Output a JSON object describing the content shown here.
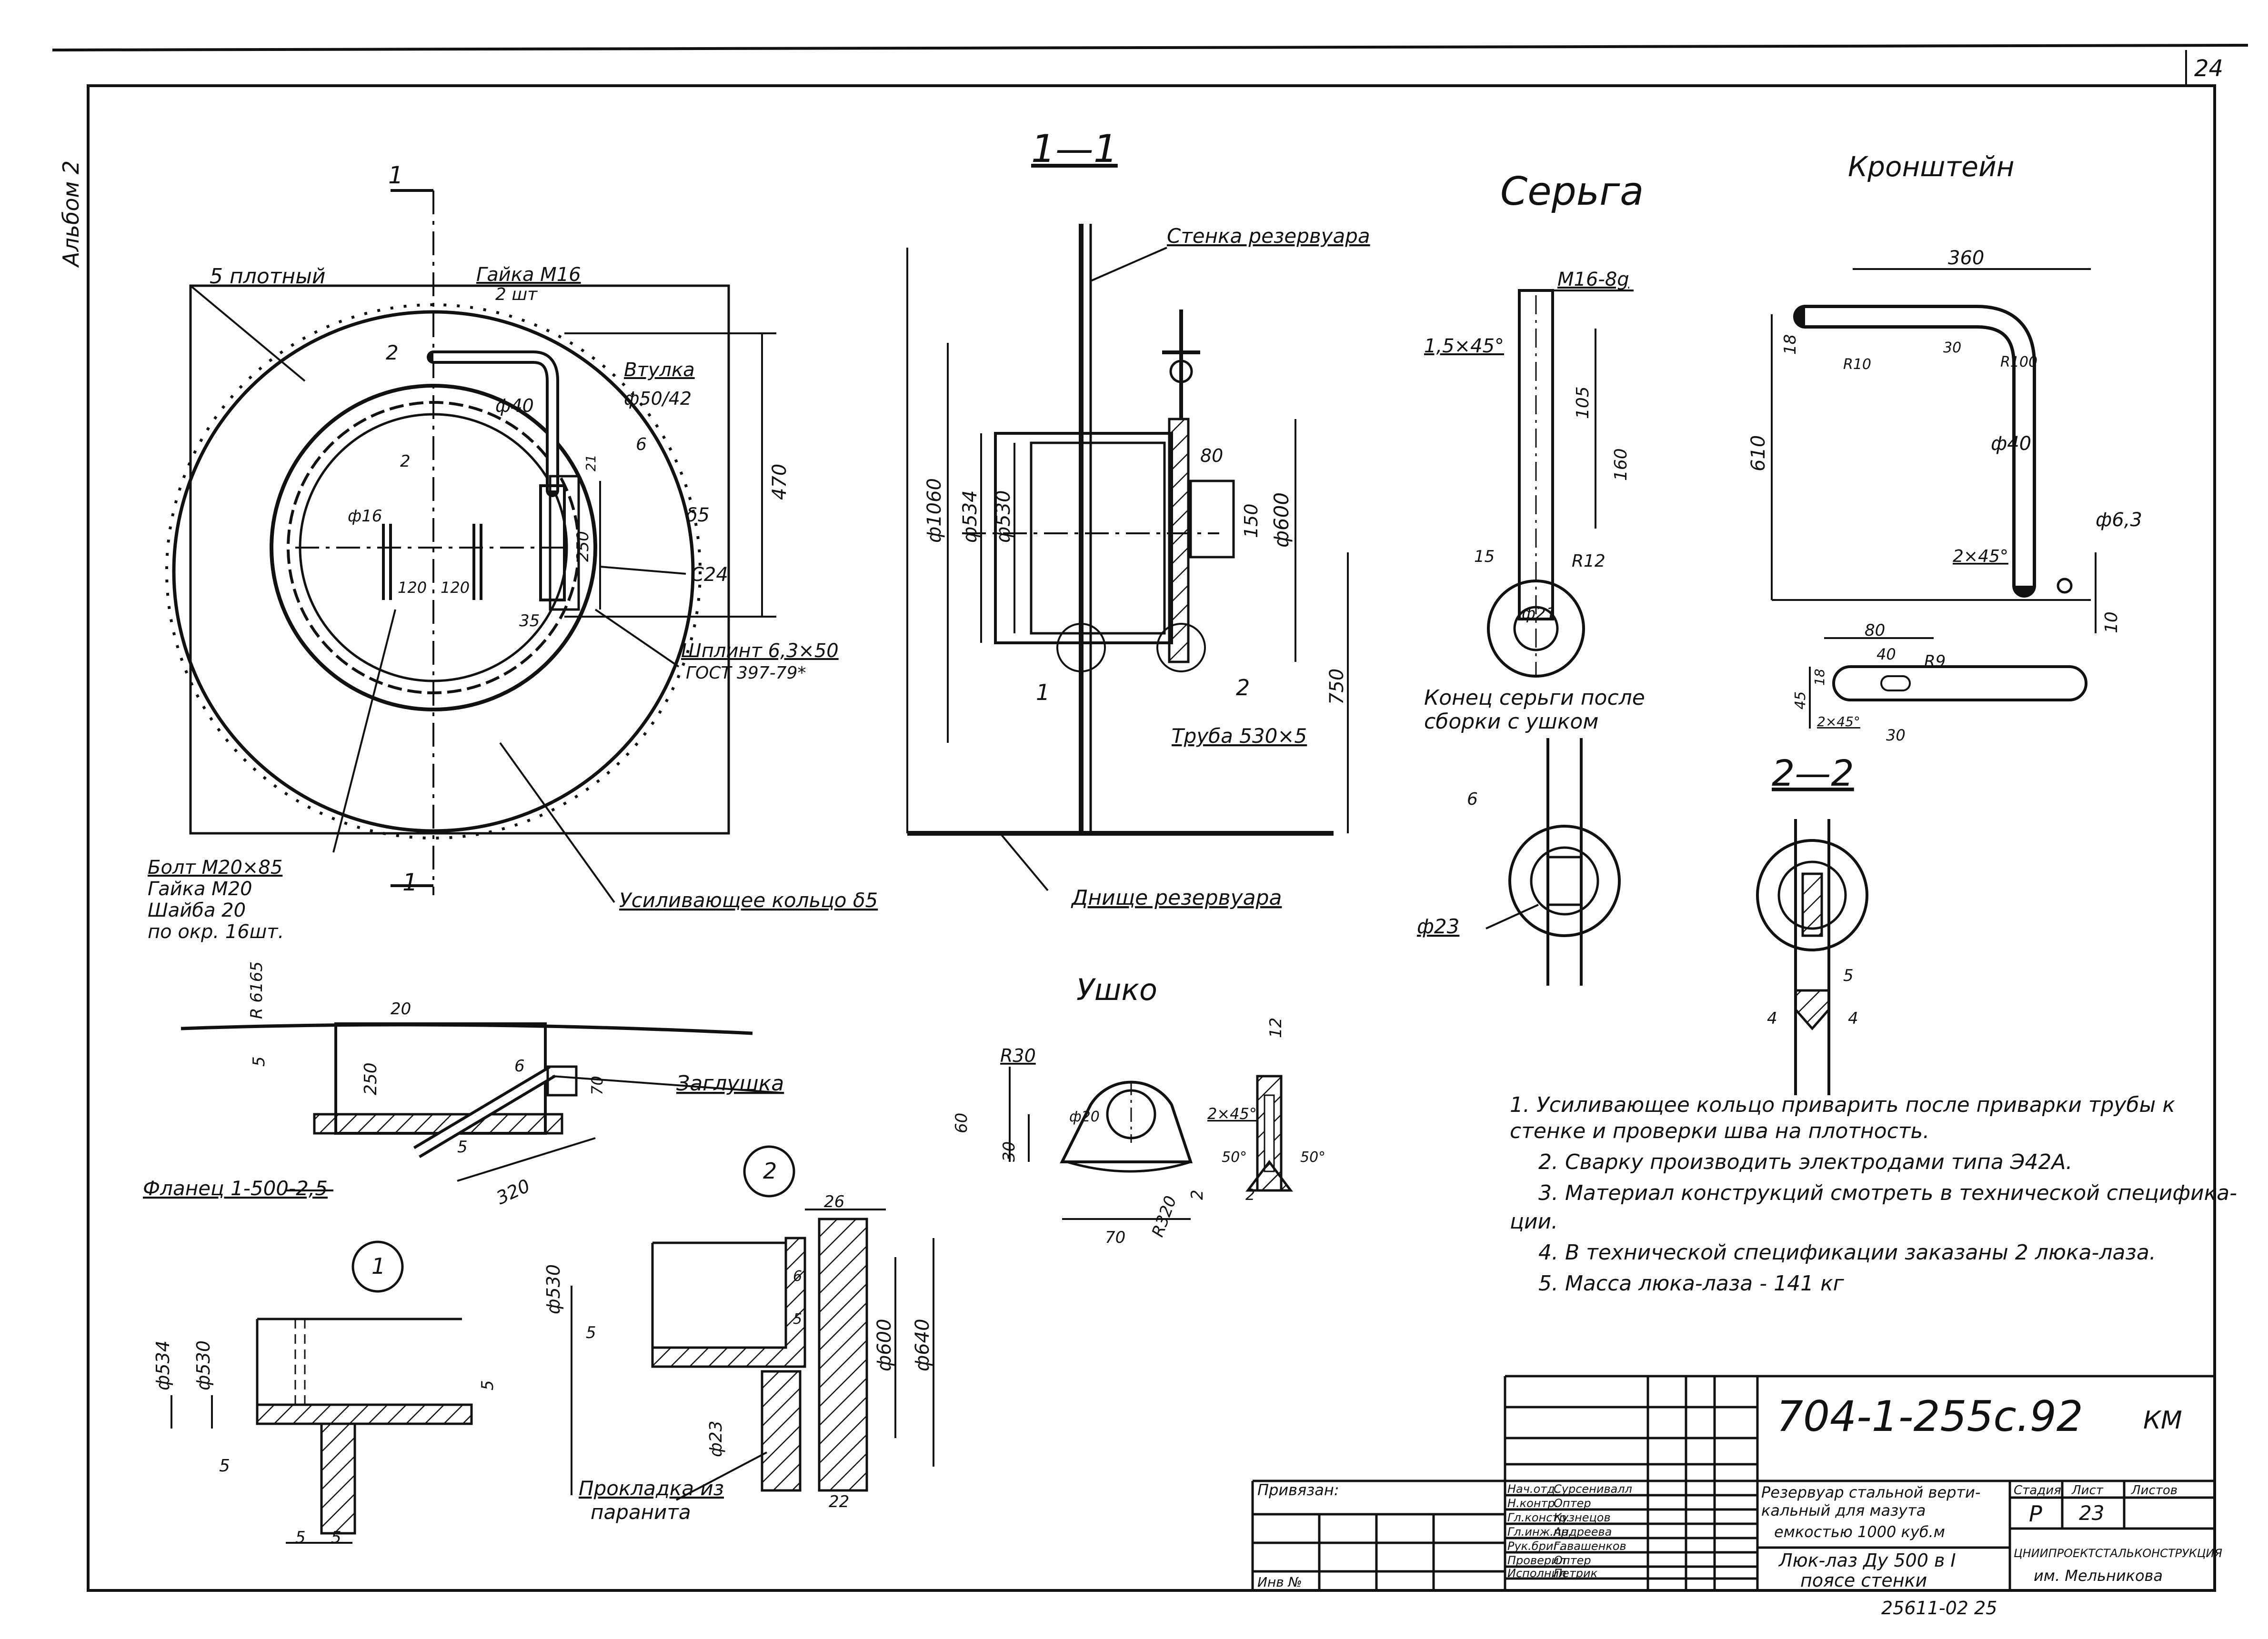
{
  "sheet": {
    "album": "Альбом 2",
    "sheet_no": "24",
    "copy_no": "25611-02  25"
  },
  "views": {
    "main": {
      "cut_mark": "1",
      "labels": {
        "plotny": "5 плотный",
        "gaika": "Гайка М16",
        "gaika_qty": "2 шт",
        "two": "2",
        "vtulka": "Втулка",
        "vtulka_dim": "ф50/42",
        "d40": "ф40",
        "six": "6",
        "d16": "ф16",
        "d470": "470",
        "s5": "δ5",
        "d250": "250",
        "c24": "С24",
        "d35": "35",
        "d21": "21",
        "d120a": "120",
        "d120b": "120",
        "shplint": "Шплинт 6,3×50",
        "gost": "ГОСТ 397-79*",
        "bolt": "Болт М20×85",
        "gaika2": "Гайка М20",
        "shayba": "Шайба 20",
        "po_okr": "по окр. 16шт.",
        "ring": "Усиливающее кольцо δ5"
      }
    },
    "section_1_1": {
      "title": "1—1",
      "stenka": "Стенка резервуара",
      "d1060": "ф1060",
      "d534": "ф534",
      "d530": "ф530",
      "d80": "80",
      "d150": "150",
      "d600": "ф600",
      "d750": "750",
      "one": "1",
      "two": "2",
      "truba": "Труба 530×5",
      "dnische": "Днище резервуара"
    },
    "serga": {
      "title": "Серьга",
      "thread": "М16-8g",
      "chamfer": "1,5×45°",
      "d105": "105",
      "d160": "160",
      "r12": "R12",
      "d15": "15",
      "d21": "ф21",
      "caption1": "Конец серьги после",
      "caption2": "сборки с ушком",
      "six": "6",
      "d23": "ф23"
    },
    "kronshtein": {
      "title": "Кронштейн",
      "d360": "360",
      "d18": "18",
      "r10": "R10",
      "d30": "30",
      "r100": "R100",
      "d610": "610",
      "d40": "ф40",
      "d63": "ф6,3",
      "chamfer": "2×45°",
      "d10": "10",
      "d80": "80",
      "d40b": "40",
      "r9": "R9",
      "d18b": "18",
      "d45": "45",
      "chamfer2": "2×45°",
      "d30b": "30"
    },
    "section_2_2": {
      "title": "2—2",
      "five": "5",
      "four_l": "4",
      "four_r": "4"
    },
    "ushko": {
      "title": "Ушко",
      "r30": "R30",
      "d60": "60",
      "d30": "30",
      "d20": "ф20",
      "r320": "R320",
      "d70": "70",
      "d2": "2",
      "d12": "12",
      "chamfer": "2×45°",
      "a50l": "50°",
      "a50r": "50°",
      "d2b": "2"
    },
    "flange_view": {
      "r6165": "R 6165",
      "d20": "20",
      "five_a": "5",
      "d250": "250",
      "six": "6",
      "d70": "70",
      "zaglushka": "Заглушка",
      "five_b": "5",
      "d320": "320",
      "flanec": "Фланец 1-500-2,5"
    },
    "detail_1": {
      "mark": "1",
      "d534": "ф534",
      "d530": "ф530",
      "five_a": "5",
      "five_b": "5",
      "five_c": "5",
      "five_d": "5"
    },
    "detail_2": {
      "mark": "2",
      "d530": "ф530",
      "d26": "26",
      "six": "6",
      "five_a": "5",
      "five_b": "5",
      "d600": "ф600",
      "d640": "ф640",
      "d23": "ф23",
      "d22": "22",
      "prokladka1": "Прокладка из",
      "prokladka2": "паранита"
    }
  },
  "notes": [
    "1.  Усиливающее кольцо приварить после приварки трубы к",
    "стенке и проверки шва на плотность.",
    "2.  Сварку производить электродами типа Э42А.",
    "3.  Материал конструкций смотреть в технической специфика-",
    "ции.",
    "4.  В технической спецификации заказаны 2 люка-лаза.",
    "5.  Масса  люка-лаза - 141 кг"
  ],
  "title_block": {
    "designation": "704-1-255с.92",
    "mark": "КМ",
    "privyazan": "Привязан:",
    "inv": "Инв №",
    "roles": [
      "Нач.отд.",
      "Н.контр.",
      "Гл.констр.",
      "Гл.инж.пр.",
      "Рук.бриг.",
      "Проверил",
      "Исполнил"
    ],
    "names": [
      "Сурсенивалл",
      "Оптер",
      "Кузнецов",
      "Андреева",
      "Гавашенков",
      "Оптер",
      "Петрик"
    ],
    "object1": "Резервуар стальной верти-",
    "object2": "кальный для мазута",
    "object3": "емкостью 1000 куб.м",
    "sheet_title1": "Люк-лаз Ду 500 в I",
    "sheet_title2": "поясе  стенки",
    "h_stage": "Стадия",
    "h_sheet": "Лист",
    "h_sheets": "Листов",
    "stage": "Р",
    "sheet": "23",
    "org1": "ЦНИИПРОЕКТСТАЛЬКОНСТРУКЦИЯ",
    "org2": "им. Мельникова"
  }
}
